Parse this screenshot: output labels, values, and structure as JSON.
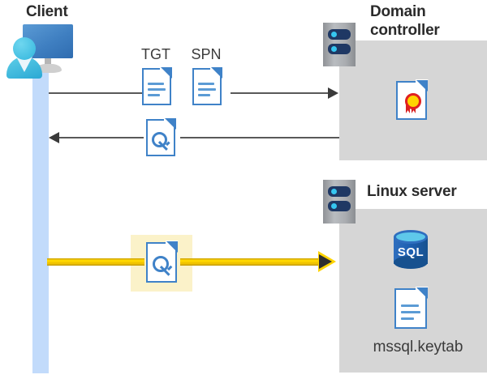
{
  "diagram": {
    "title": "Kerberos authentication flow between client, domain controller and Linux server",
    "client": {
      "label": "Client",
      "icon": "client-workstation-icon"
    },
    "domain_controller": {
      "label_line1": "Domain",
      "label_line2": "controller",
      "server_icon": "server-rack-icon",
      "contents": [
        {
          "icon": "certificate-document-icon",
          "label": ""
        }
      ]
    },
    "linux_server": {
      "label": "Linux server",
      "server_icon": "server-rack-icon",
      "contents": [
        {
          "icon": "sql-database-icon",
          "label": "SQL"
        },
        {
          "icon": "keytab-document-icon",
          "label": "mssql.keytab"
        }
      ]
    },
    "flows": [
      {
        "id": "request",
        "direction": "client-to-domain-controller",
        "style": "gray",
        "tokens": [
          {
            "label": "TGT",
            "icon": "document-icon"
          },
          {
            "label": "SPN",
            "icon": "document-icon"
          }
        ]
      },
      {
        "id": "response",
        "direction": "domain-controller-to-client",
        "style": "gray",
        "tokens": [
          {
            "label": "",
            "icon": "key-document-icon"
          }
        ]
      },
      {
        "id": "service-ticket",
        "direction": "client-to-linux-server",
        "style": "yellow-highlight",
        "tokens": [
          {
            "label": "",
            "icon": "key-document-icon"
          }
        ]
      }
    ],
    "colors": {
      "zone_bg": "#d6d6d6",
      "lifeline": "#c2dbfb",
      "highlight": "#fbf2c9",
      "accent_blue": "#3f82c8",
      "arrow_gray": "#595959",
      "arrow_yellow": "#ffd400",
      "text": "#2b2b2b"
    }
  }
}
